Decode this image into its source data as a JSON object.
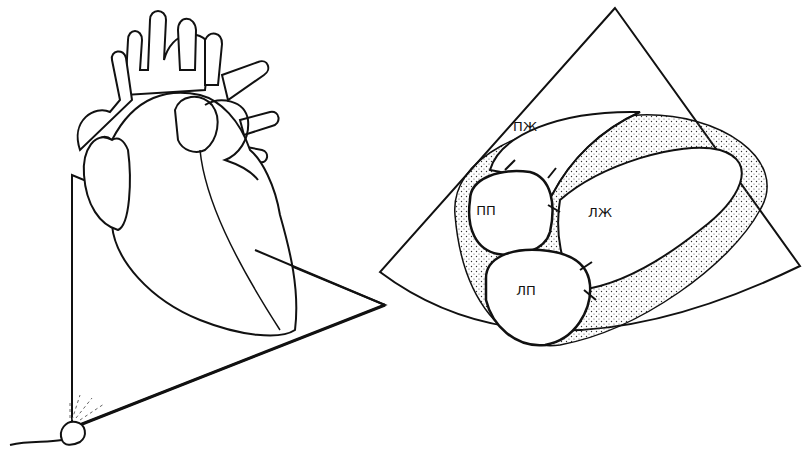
{
  "diagram": {
    "labels": [
      "ПЖ",
      "ПП",
      "ЛЖ",
      "ЛП"
    ]
  }
}
